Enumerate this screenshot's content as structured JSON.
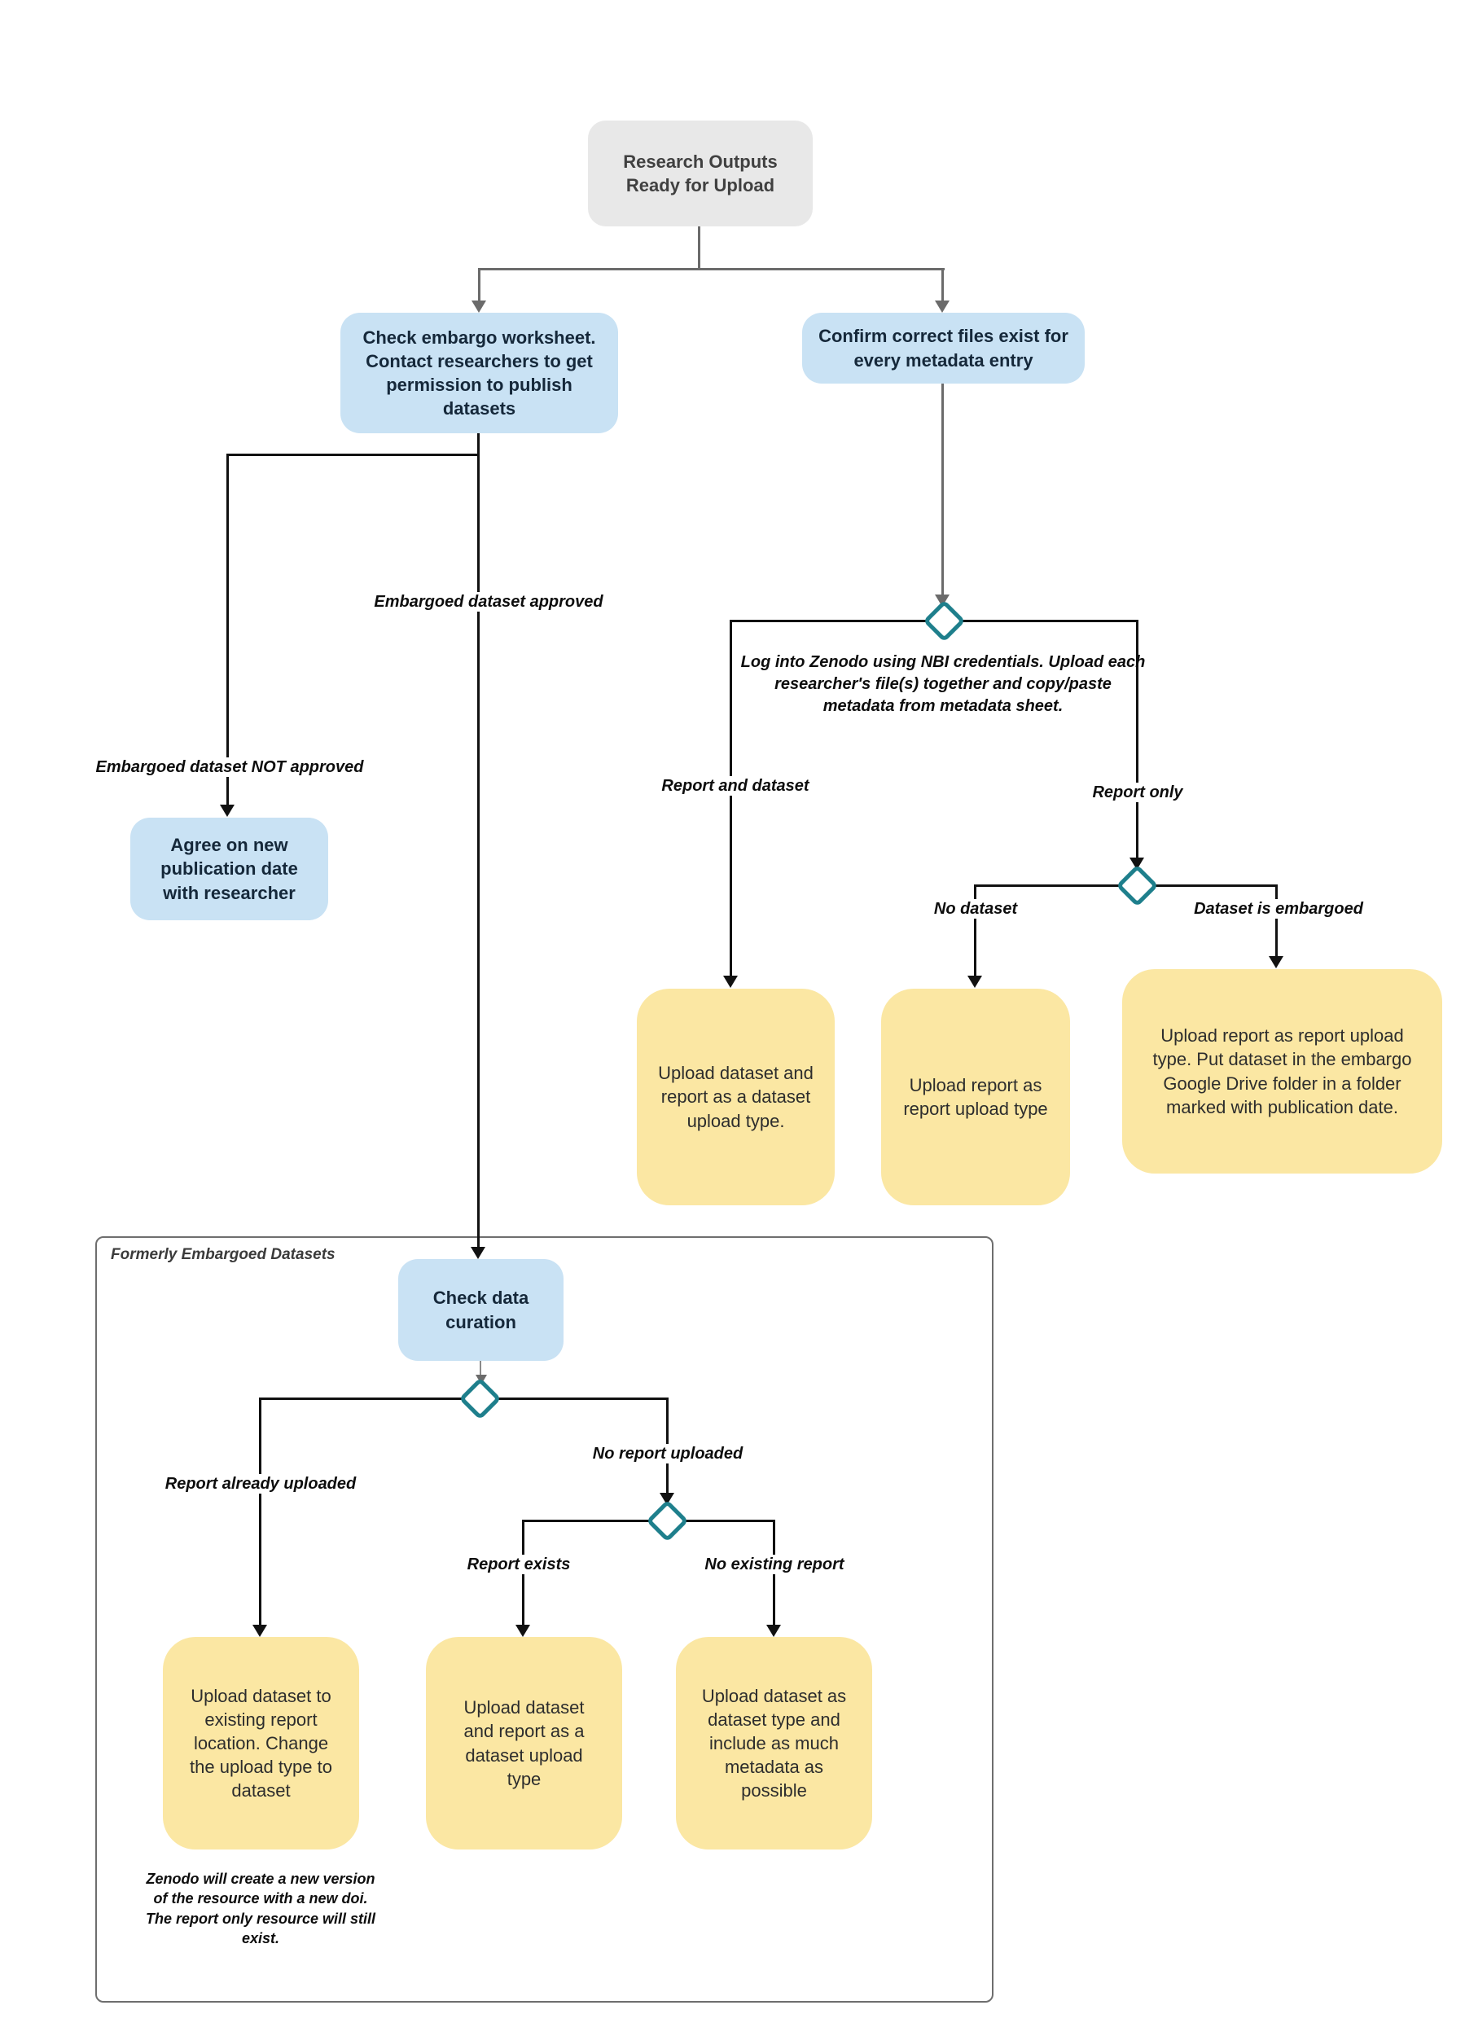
{
  "diagram": {
    "title_node": "Research Outputs Ready for Upload",
    "nodes": {
      "check_embargo": "Check embargo worksheet. Contact researchers to get permission to publish datasets",
      "confirm_files": "Confirm correct files exist for every metadata entry",
      "agree_new_date": "Agree on new publication date with researcher",
      "check_curation": "Check data curation",
      "upload_dataset_report": "Upload dataset and report as a dataset upload type.",
      "upload_report_type": "Upload report as report upload type",
      "upload_report_embargo": "Upload report as report upload type. Put dataset in the embargo Google Drive folder in a folder marked with publication date.",
      "upload_existing_location": "Upload dataset to existing report location. Change the upload type to dataset",
      "upload_dataset_report_2": "Upload dataset and report as a dataset upload type",
      "upload_dataset_metadata": "Upload dataset as dataset type and include as much metadata as possible"
    },
    "annotations": {
      "zenodo_instructions": "Log into Zenodo using NBI credentials. Upload each researcher's file(s) together and copy/paste metadata from metadata sheet.",
      "zenodo_version_note": "Zenodo will create a new version of the resource with a new doi.  The report only resource will still exist."
    },
    "group_label": "Formerly Embargoed Datasets",
    "edge_labels": {
      "approved": "Embargoed dataset approved",
      "not_approved": "Embargoed dataset NOT approved",
      "report_and_dataset": "Report and dataset",
      "report_only": "Report only",
      "no_dataset": "No dataset",
      "dataset_embargoed": "Dataset is embargoed",
      "report_already_uploaded": "Report already uploaded",
      "no_report_uploaded": "No report uploaded",
      "report_exists": "Report exists",
      "no_existing_report": "No existing report"
    },
    "colors": {
      "start_fill": "#e8e8e8",
      "process_fill": "#c9e2f4",
      "result_fill": "#fbe7a3",
      "decision_stroke": "#1e7f8c",
      "connector_black": "#111111",
      "connector_gray": "#6b6b6b",
      "group_border": "#6e6e6e"
    }
  }
}
